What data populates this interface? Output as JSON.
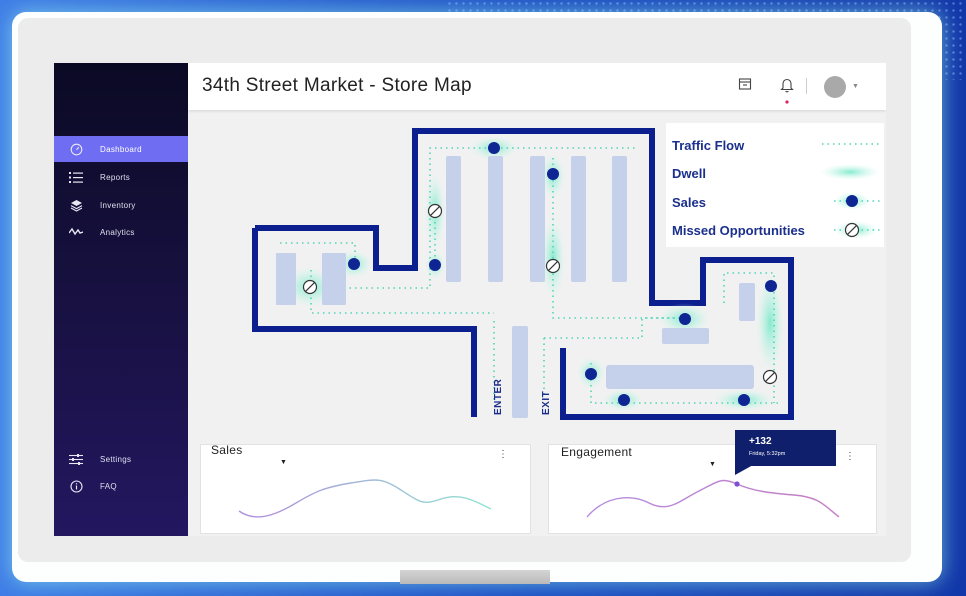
{
  "app": {
    "title": "34th Street Market - Store Map"
  },
  "sidebar": {
    "items": [
      {
        "label": "Dashboard",
        "icon": "speedometer-icon",
        "active": true
      },
      {
        "label": "Reports",
        "icon": "list-icon"
      },
      {
        "label": "Inventory",
        "icon": "layers-icon"
      },
      {
        "label": "Analytics",
        "icon": "pulse-icon"
      }
    ],
    "bottom_items": [
      {
        "label": "Settings",
        "icon": "sliders-icon"
      },
      {
        "label": "FAQ",
        "icon": "info-icon"
      }
    ]
  },
  "header": {
    "icons": [
      "inbox-icon",
      "bell-icon",
      "avatar"
    ],
    "notification_dot_color": "#e0245e"
  },
  "map": {
    "enter_label": "ENTER",
    "exit_label": "EXIT",
    "wall_color": "#0b1f8f",
    "shelf_color": "#c5d0ea",
    "heat_color": "#a8f2df",
    "traffic_color": "#52d8b6"
  },
  "legend": {
    "items": [
      {
        "label": "Traffic Flow"
      },
      {
        "label": "Dwell"
      },
      {
        "label": "Sales"
      },
      {
        "label": "Missed Opportunities"
      }
    ]
  },
  "cards": {
    "sales": {
      "title": "Sales"
    },
    "engagement": {
      "title": "Engagement"
    }
  },
  "tooltip": {
    "value": "+132",
    "date": "Friday, 5:32pm"
  },
  "colors": {
    "accent": "#6f6df2",
    "brand_dark": "#0f1f6b"
  }
}
